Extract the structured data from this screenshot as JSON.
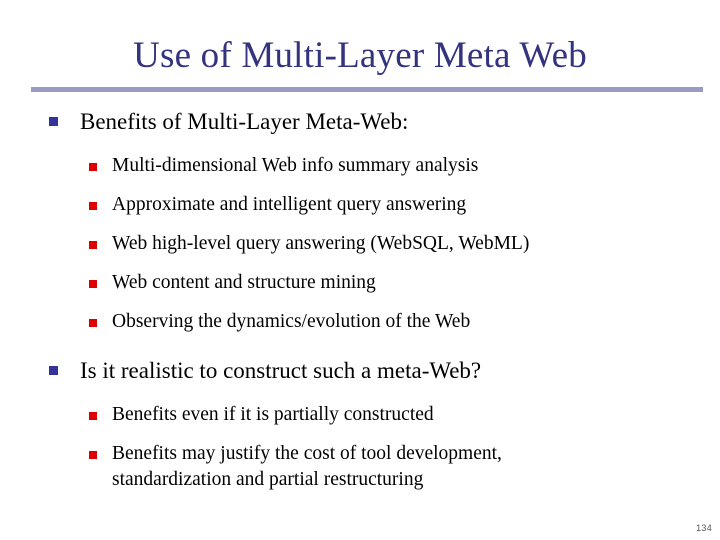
{
  "slide": {
    "title": "Use of Multi-Layer Meta Web",
    "page_number": "134",
    "colors": {
      "title_text": "#33337f",
      "title_rule": "#9a9ac4",
      "level1_bullet": "#333399",
      "level2_bullet": "#dd0000",
      "body_text": "#000000",
      "background": "#ffffff"
    },
    "content": [
      {
        "level": 1,
        "text": "Benefits of Multi-Layer Meta-Web:",
        "children": [
          {
            "level": 2,
            "text": "Multi-dimensional Web info summary analysis"
          },
          {
            "level": 2,
            "text": "Approximate and intelligent query answering"
          },
          {
            "level": 2,
            "text": "Web high-level query answering (WebSQL, WebML)"
          },
          {
            "level": 2,
            "text": "Web content and structure mining"
          },
          {
            "level": 2,
            "text": "Observing the dynamics/evolution of the Web"
          }
        ]
      },
      {
        "level": 1,
        "text": "Is it realistic to construct such a meta-Web?",
        "children": [
          {
            "level": 2,
            "text": "Benefits even if it is partially constructed"
          },
          {
            "level": 2,
            "text": "Benefits may justify the cost of tool development, standardization and partial restructuring"
          }
        ]
      }
    ]
  }
}
